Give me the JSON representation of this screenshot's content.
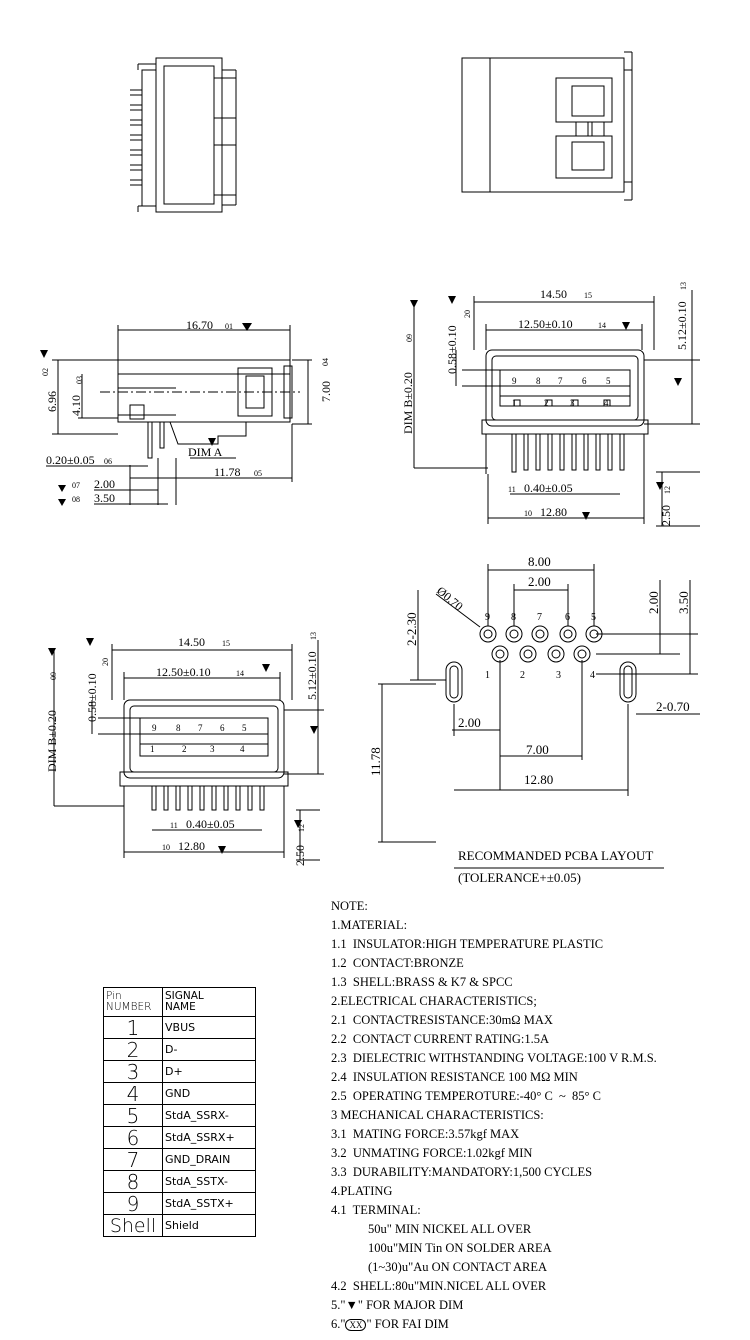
{
  "side_view": {
    "overall_length": "16.70",
    "overall_length_fai": "01",
    "height_a": "6.96",
    "height_a_fai": "02",
    "fai_03": "03",
    "height_b": "4.10",
    "height_c": "7.00",
    "height_c_fai": "04",
    "dim_a": "DIM A",
    "dim_11_78": "11.78",
    "dim_11_78_fai": "05",
    "pin_thk": "0.20±0.05",
    "pin_thk_fai": "06",
    "dim_2_00": "2.00",
    "dim_2_00_fai": "07",
    "dim_3_50": "3.50",
    "dim_3_50_fai": "08"
  },
  "front_view": {
    "width_1450": "14.50",
    "width_1450_fai": "15",
    "width_1250": "12.50±0.10",
    "width_1250_fai": "14",
    "height_512": "5.12±0.10",
    "height_512_fai": "13",
    "dim_058": "0.58±0.10",
    "dim_058_fai": "20",
    "dim_b": "DIM B±0.20",
    "dim_b_fai": "09",
    "pitch": "0.40±0.05",
    "pitch_fai": "11",
    "width_1280": "12.80",
    "width_1280_fai": "10",
    "tail_250": "2.50",
    "tail_250_fai": "12",
    "top_pins": [
      "9",
      "8",
      "7",
      "6",
      "5"
    ],
    "bottom_pins": [
      "1",
      "2",
      "3",
      "4"
    ]
  },
  "pcb_layout": {
    "dim_800": "8.00",
    "dim_200_top": "2.00",
    "dim_hole": "Ø0.70",
    "dim_2_230": "2-2.30",
    "dim_200_right": "2.00",
    "dim_350": "3.50",
    "dim_2_070": "2-0.70",
    "dim_200_left": "2.00",
    "dim_700": "7.00",
    "dim_1280": "12.80",
    "dim_1178": "11.78",
    "top_pins": [
      "9",
      "8",
      "7",
      "6",
      "5"
    ],
    "bottom_pins": [
      "1",
      "2",
      "3",
      "4"
    ],
    "caption_line1": "RECOMMANDED PCBA LAYOUT",
    "caption_line2": "(TOLERANCE+±0.05)"
  },
  "pin_table": {
    "header_num": [
      "Pin",
      "NUMBER"
    ],
    "header_sig": [
      "SIGNAL",
      "NAME"
    ],
    "rows": [
      {
        "num": "1",
        "sig": "VBUS"
      },
      {
        "num": "2",
        "sig": "D-"
      },
      {
        "num": "3",
        "sig": "D+"
      },
      {
        "num": "4",
        "sig": "GND"
      },
      {
        "num": "5",
        "sig": "StdA_SSRX-"
      },
      {
        "num": "6",
        "sig": "StdA_SSRX+"
      },
      {
        "num": "7",
        "sig": "GND_DRAIN"
      },
      {
        "num": "8",
        "sig": "StdA_SSTX-"
      },
      {
        "num": "9",
        "sig": "StdA_SSTX+"
      },
      {
        "num": "Shell",
        "sig": "Shield"
      }
    ]
  },
  "notes": {
    "l0": "NOTE:",
    "l1": "1.MATERIAL:",
    "l2": "1.1  INSULATOR:HIGH TEMPERATURE PLASTIC",
    "l3": "1.2  CONTACT:BRONZE",
    "l4": "1.3  SHELL:BRASS & K7 & SPCC",
    "l5": "2.ELECTRICAL CHARACTERISTICS;",
    "l6": "2.1  CONTACTRESISTANCE:30mΩ MAX",
    "l7": "2.2  CONTACT CURRENT RATING:1.5A",
    "l8": "2.3  DIELECTRIC WITHSTANDING VOLTAGE:100 V R.M.S.",
    "l9": "2.4  INSULATION RESISTANCE 100 MΩ MIN",
    "l10": "2.5  OPERATING TEMPEROTURE:-40° C  ~  85° C",
    "l11": "3 MECHANICAL CHARACTERISTICS:",
    "l12": "3.1  MATING FORCE:3.57kgf MAX",
    "l13": "3.2  UNMATING FORCE:1.02kgf MIN",
    "l14": "3.3  DURABILITY:MANDATORY:1,500 CYCLES",
    "l15": "4.PLATING",
    "l16": "4.1  TERMINAL:",
    "l17": "50u\" MIN NICKEL ALL OVER",
    "l18": "100u\"MIN Tin ON SOLDER AREA",
    "l19": "(1~30)u\"Au ON CONTACT AREA",
    "l20": "4.2  SHELL:80u\"MIN.NICEL ALL OVER",
    "l21a": "5.\"",
    "l21b": "\" FOR MAJOR DIM",
    "l22a": "6.\"",
    "l22_sym": "XX",
    "l22b": "\" FOR FAI DIM"
  }
}
